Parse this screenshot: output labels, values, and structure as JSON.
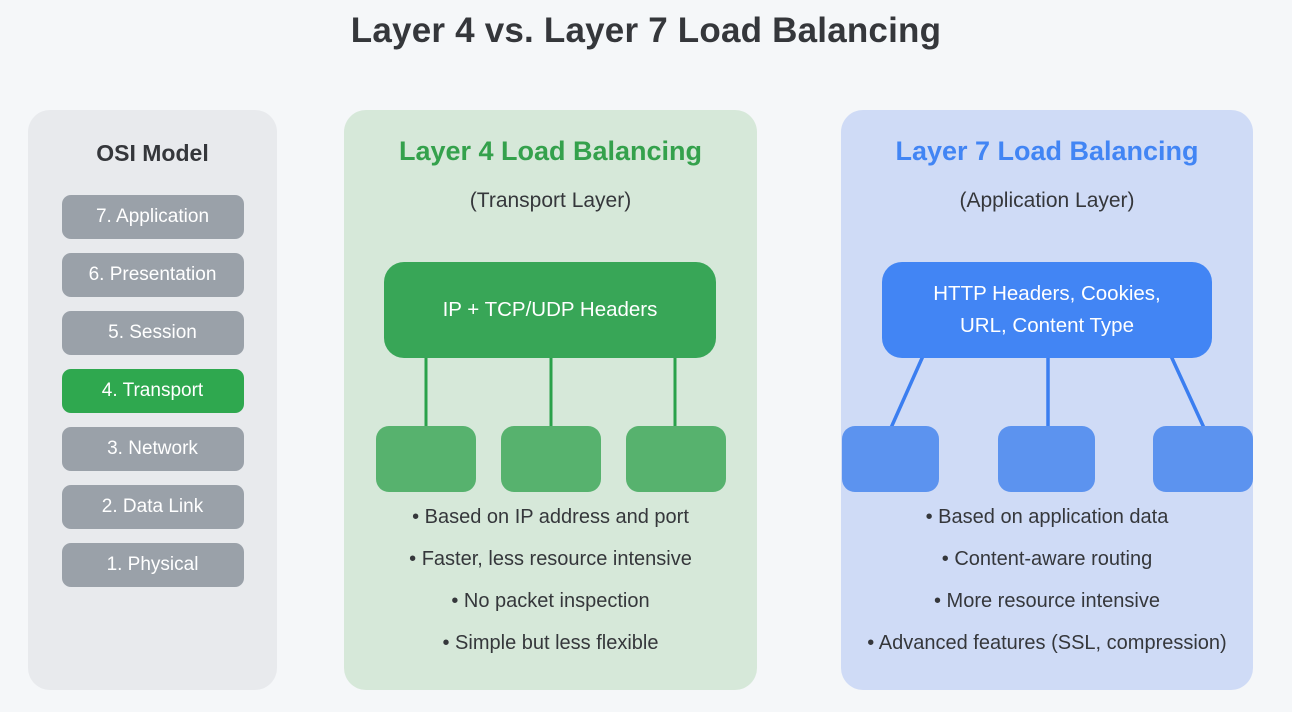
{
  "page": {
    "title": "Layer 4 vs. Layer 7 Load Balancing"
  },
  "colors": {
    "page_bg": "#f5f7f9",
    "title_text": "#35373b",
    "osi_panel_bg": "#e8eaed",
    "osi_layer_bg": "#9aa1a9",
    "osi_highlight_bg": "#2fa84f",
    "layer4_panel_bg": "#d6e8d9",
    "layer4_accent": "#34a14c",
    "layer4_main_box_bg": "#38a657",
    "layer4_node_bg": "#57b26e",
    "layer4_connector": "#2aa14a",
    "layer7_panel_bg": "#cfdbf6",
    "layer7_accent": "#4285f4",
    "layer7_main_box_bg": "#4285f4",
    "layer7_node_bg": "#5c93ef",
    "layer7_connector": "#3b7ef0",
    "body_text": "#35373b"
  },
  "osi": {
    "title": "OSI Model",
    "layers": [
      {
        "label": "7. Application",
        "highlight": false
      },
      {
        "label": "6. Presentation",
        "highlight": false
      },
      {
        "label": "5. Session",
        "highlight": false
      },
      {
        "label": "4. Transport",
        "highlight": true
      },
      {
        "label": "3. Network",
        "highlight": false
      },
      {
        "label": "2. Data Link",
        "highlight": false
      },
      {
        "label": "1. Physical",
        "highlight": false
      }
    ]
  },
  "layer4": {
    "title": "Layer 4 Load Balancing",
    "subtitle": "(Transport Layer)",
    "inspected_data": "IP + TCP/UDP Headers",
    "bullets": [
      "• Based on IP address and port",
      "• Faster, less resource intensive",
      "• No packet inspection",
      "• Simple but less flexible"
    ]
  },
  "layer7": {
    "title": "Layer 7 Load Balancing",
    "subtitle": "(Application Layer)",
    "inspected_data": "HTTP Headers, Cookies, URL, Content Type",
    "bullets": [
      "• Based on application data",
      "• Content-aware routing",
      "• More resource intensive",
      "• Advanced features (SSL, compression)"
    ]
  }
}
